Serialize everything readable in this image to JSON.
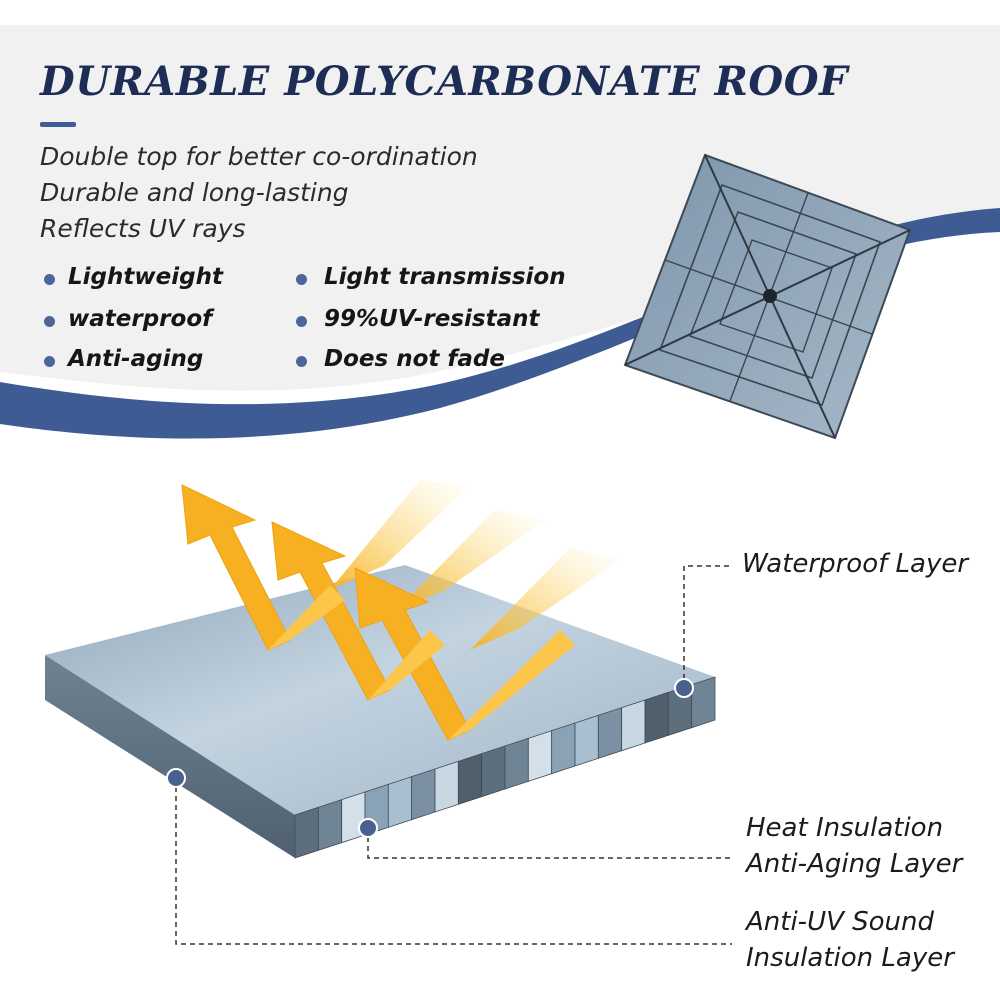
{
  "heading": {
    "title": "DURABLE POLYCARBONATE ROOF",
    "taglines": [
      "Double top for better co-ordination",
      "Durable and long-lasting",
      "Reflects UV rays"
    ]
  },
  "features": {
    "left": [
      "Lightweight",
      "waterproof",
      "Anti-aging"
    ],
    "right": [
      "Light transmission",
      "99%UV-resistant",
      "Does not fade"
    ]
  },
  "layers": {
    "waterproof": "Waterproof Layer",
    "heat_line1": "Heat Insulation",
    "heat_line2": "Anti-Aging Layer",
    "uv_line1": "Anti-UV Sound",
    "uv_line2": "Insulation Layer"
  },
  "colors": {
    "navy": "#1e2d55",
    "accent_blue": "#3f5b94",
    "sun_orange": "#f6b021",
    "panel_blue": "#a9c0d4"
  }
}
